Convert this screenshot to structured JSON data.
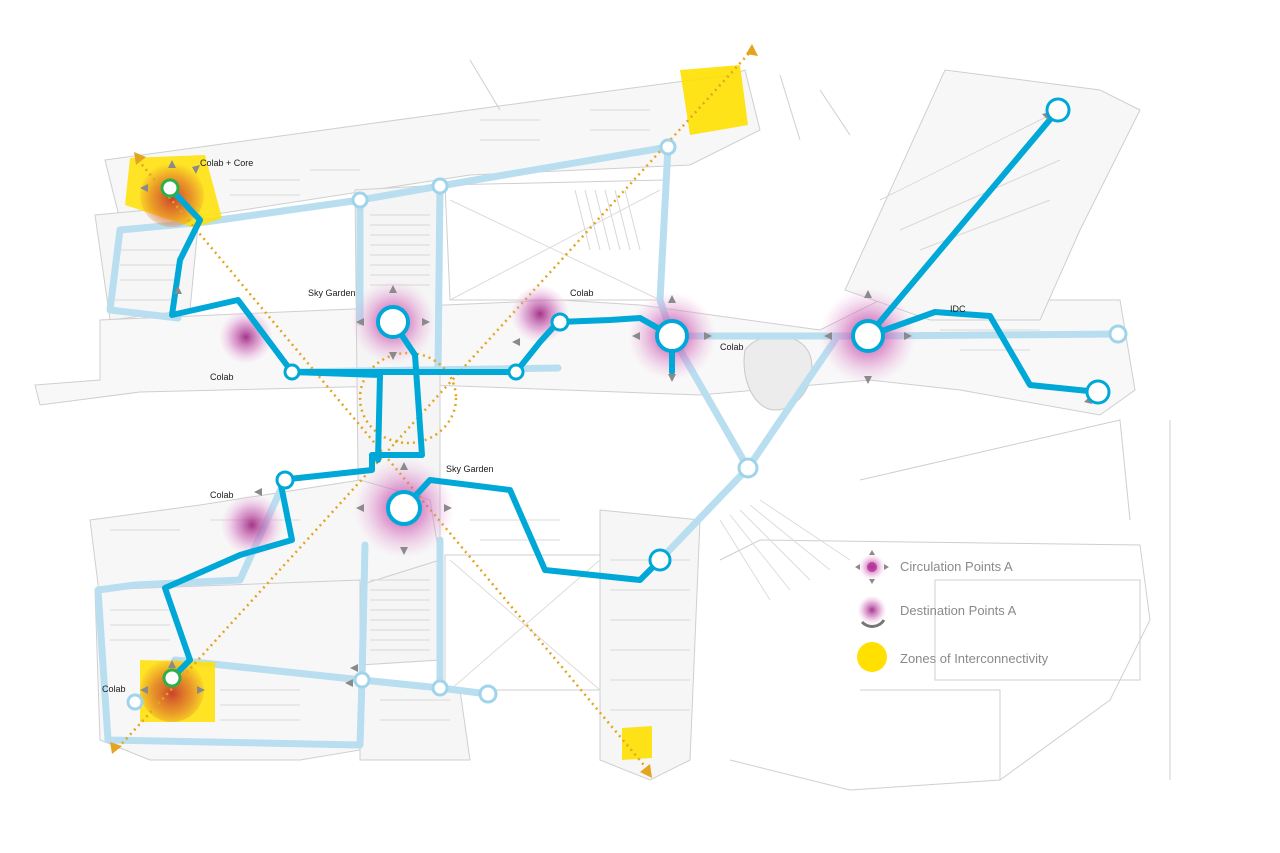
{
  "colors": {
    "primary_path": "#00a8d8",
    "secondary_path": "#b8def0",
    "magenta_glow": "#b0268f",
    "yellow_zone": "#ffe000",
    "orange_axis": "#e3a521",
    "floorplan_line": "#cfcfcf"
  },
  "labels": {
    "colab_core": "Colab + Core",
    "sky_garden_top": "Sky Garden",
    "colab_top_center": "Colab",
    "colab_left": "Colab",
    "colab_right": "Colab",
    "idc": "IDC",
    "sky_garden_bottom": "Sky Garden",
    "colab_lower_left": "Colab",
    "colab_bottom_left": "Colab"
  },
  "legend": {
    "circulation": {
      "text": "Circulation Points A",
      "icon": "circulation-point-icon"
    },
    "destination": {
      "text": "Destination Points A",
      "icon": "destination-point-icon"
    },
    "zones": {
      "text": "Zones of Interconnectivity",
      "icon": "yellow-circle-icon"
    }
  }
}
